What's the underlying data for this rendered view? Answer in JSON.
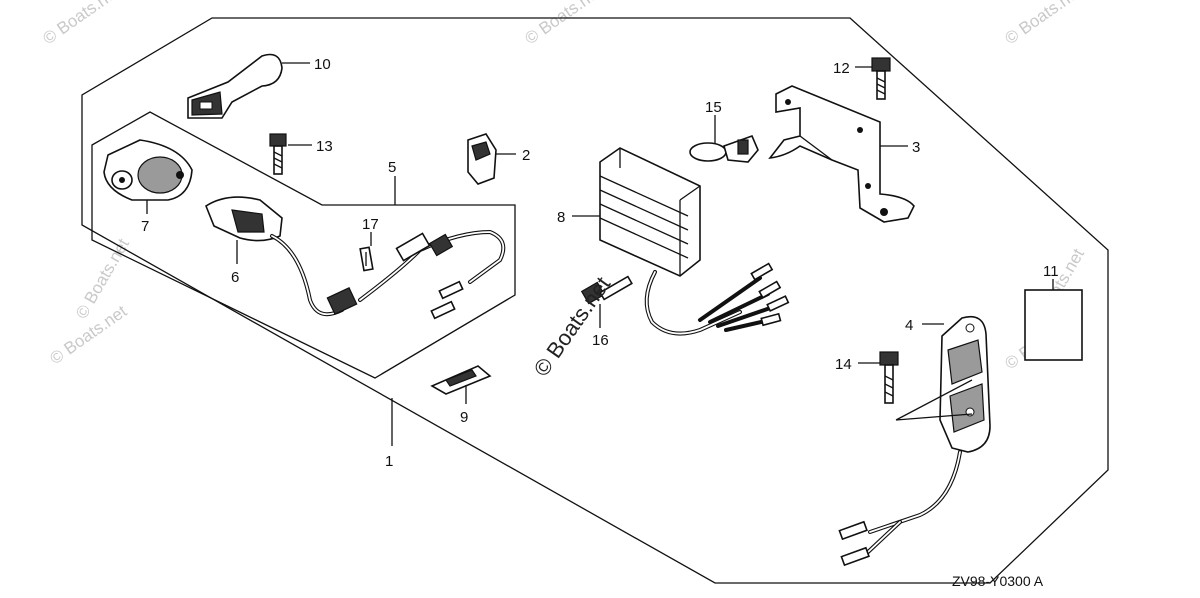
{
  "diagram": {
    "drawing_code": "ZV98-Y0300 A",
    "watermark_text": "© Boats.net",
    "callouts": [
      "1",
      "2",
      "3",
      "4",
      "5",
      "6",
      "7",
      "8",
      "9",
      "10",
      "11",
      "12",
      "13",
      "14",
      "15",
      "16",
      "17"
    ]
  }
}
